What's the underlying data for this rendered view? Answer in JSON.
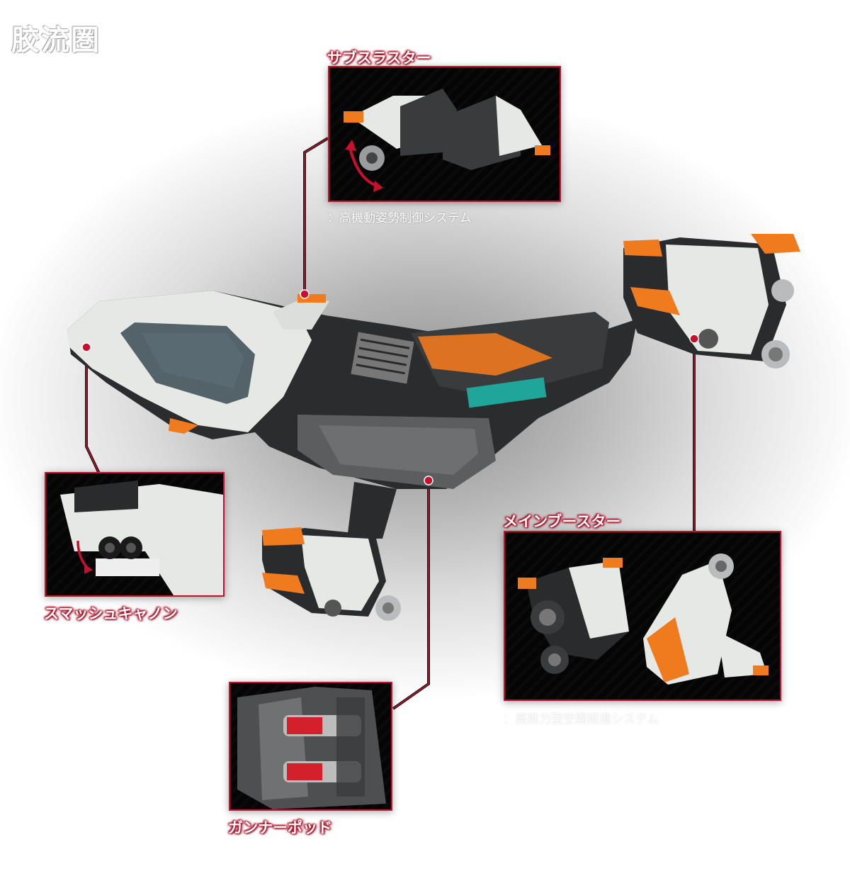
{
  "watermark": "胶流圏",
  "callouts": {
    "sub_thruster": {
      "label": "サブスラスター",
      "caption": "：高機動姿勢制御システム"
    },
    "smash_cannon": {
      "label": "スマッシュキャノン"
    },
    "main_booster": {
      "label": "メインブースター",
      "caption": "：高推力型空間推進システム"
    },
    "gunner_pod": {
      "label": "ガンナーポッド"
    }
  },
  "colors": {
    "accent": "#c8102e",
    "orange": "#f07a1e",
    "hull_white": "#e9ebe8",
    "hull_dark": "#2a2b2d"
  }
}
